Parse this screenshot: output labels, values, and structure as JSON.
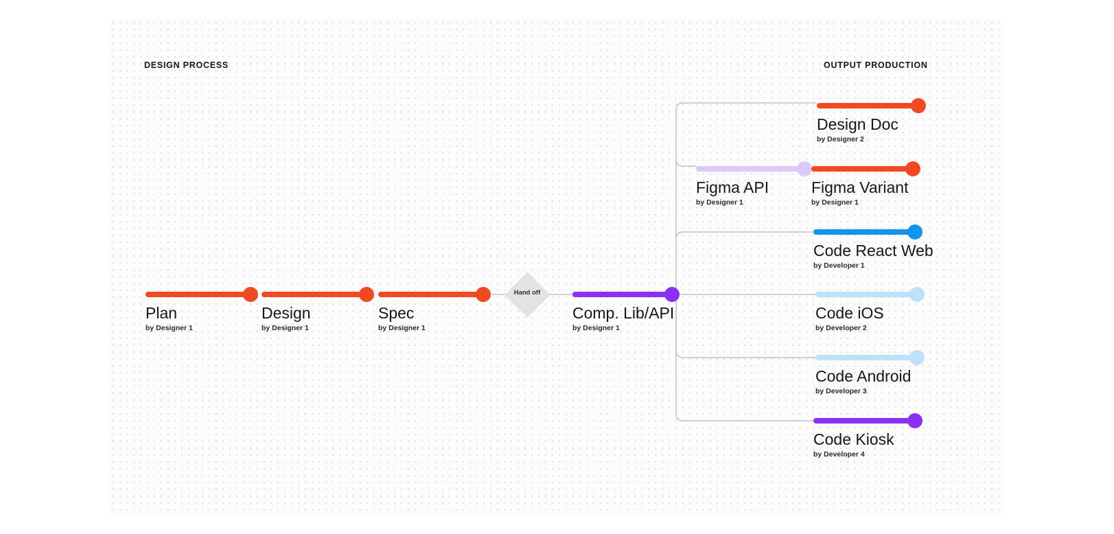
{
  "sections": {
    "left_header": "DESIGN PROCESS",
    "right_header": "OUTPUT PRODUCTION"
  },
  "handoff": {
    "label": "Hand off"
  },
  "colors": {
    "orange": "#f04a23",
    "purple": "#8b30f5",
    "lavender": "#ddc8fb",
    "blue": "#1494ea",
    "light_blue": "#bfe2fb",
    "connector": "#b5b5b8",
    "diamond": "#e3e3e3",
    "text": "#16161a",
    "grid_dot": "#d5d5d8"
  },
  "process_nodes": [
    {
      "title": "Plan",
      "subtitle": "by Designer 1",
      "color": "#f04a23"
    },
    {
      "title": "Design",
      "subtitle": "by Designer 1",
      "color": "#f04a23"
    },
    {
      "title": "Spec",
      "subtitle": "by Designer 1",
      "color": "#f04a23"
    },
    {
      "title": "Comp. Lib/API",
      "subtitle": "by Designer 1",
      "color": "#8b30f5"
    }
  ],
  "intermediate_nodes": [
    {
      "title": "Figma API",
      "subtitle": "by Designer 1",
      "color": "#ddc8fb"
    }
  ],
  "output_nodes": [
    {
      "title": "Design Doc",
      "subtitle": "by Designer 2",
      "color": "#f04a23"
    },
    {
      "title": "Figma Variant",
      "subtitle": "by Designer 1",
      "color": "#f04a23"
    },
    {
      "title": "Code React Web",
      "subtitle": "by Developer 1",
      "color": "#1494ea"
    },
    {
      "title": "Code iOS",
      "subtitle": "by Developer 2",
      "color": "#bfe2fb"
    },
    {
      "title": "Code Android",
      "subtitle": "by Developer 3",
      "color": "#bfe2fb"
    },
    {
      "title": "Code Kiosk",
      "subtitle": "by Developer 4",
      "color": "#8b30f5"
    }
  ]
}
